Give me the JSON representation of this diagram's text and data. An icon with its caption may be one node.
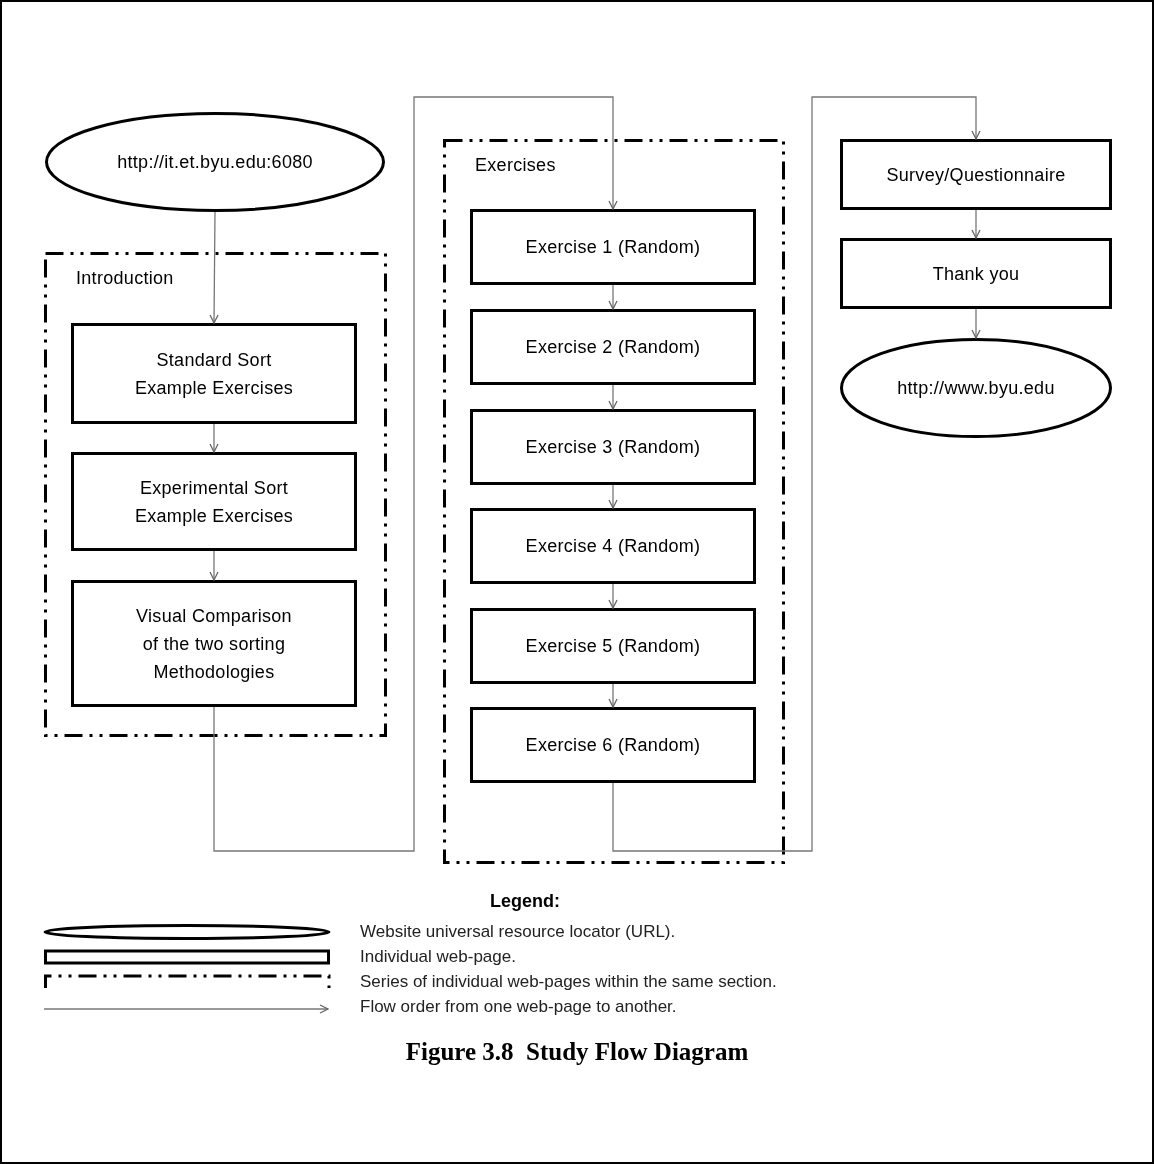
{
  "diagram": {
    "caption": "Figure 3.8  Study Flow Diagram",
    "nodes": [
      {
        "text": [
          "http://it.et.byu.edu:6080"
        ]
      },
      {
        "text": [
          "Introduction"
        ]
      },
      {
        "text": [
          "Standard Sort Example Exercises"
        ],
        "in": 1
      },
      {
        "text": [
          "Experimental Sort Example Exercises"
        ],
        "in": 1
      },
      {
        "text": [
          "Visual Comparison of the two sorting Methodologies"
        ],
        "in": 1
      },
      {
        "text": [
          "Exercises"
        ]
      },
      {
        "text": [
          "Exercise 1 (Random)"
        ],
        "in": 5
      },
      {
        "text": [
          "Exercise 2 (Random)"
        ],
        "in": 5
      },
      {
        "text": [
          "Exercise 3 (Random)"
        ],
        "in": 5
      },
      {
        "text": [
          "Exercise 4 (Random)"
        ],
        "in": 5
      },
      {
        "text": [
          "Exercise 5 (Random)"
        ],
        "in": 5
      },
      {
        "text": [
          "Exercise 6 (Random)"
        ],
        "in": 5
      },
      {
        "text": [
          "Survey/Questionnaire"
        ]
      },
      {
        "text": [
          "Thank you"
        ]
      },
      {
        "text": [
          "http://www.byu.edu"
        ]
      }
    ],
    "edges": [
      {
        "from": 0,
        "to": 2,
        "arrow": "to"
      },
      {
        "from": 2,
        "to": 3,
        "arrow": "to"
      },
      {
        "from": 3,
        "to": 4,
        "arrow": "to"
      },
      {
        "from": 4,
        "to": 6,
        "arrow": "to"
      },
      {
        "from": 6,
        "to": 7,
        "arrow": "to"
      },
      {
        "from": 7,
        "to": 8,
        "arrow": "to"
      },
      {
        "from": 8,
        "to": 9,
        "arrow": "to"
      },
      {
        "from": 9,
        "to": 10,
        "arrow": "to"
      },
      {
        "from": 10,
        "to": 11,
        "arrow": "to"
      },
      {
        "from": 11,
        "to": 12,
        "arrow": "to"
      },
      {
        "from": 12,
        "to": 13,
        "arrow": "to"
      },
      {
        "from": 13,
        "to": 14,
        "arrow": "to"
      }
    ],
    "labels": [
      "Legend:"
    ],
    "legend": [
      {
        "text": "Website universal resource locator (URL)."
      },
      {
        "text": "Individual web-page."
      },
      {
        "text": "Series of individual web-pages within the same section."
      },
      {
        "text": "Flow order from one web-page to another."
      }
    ]
  }
}
